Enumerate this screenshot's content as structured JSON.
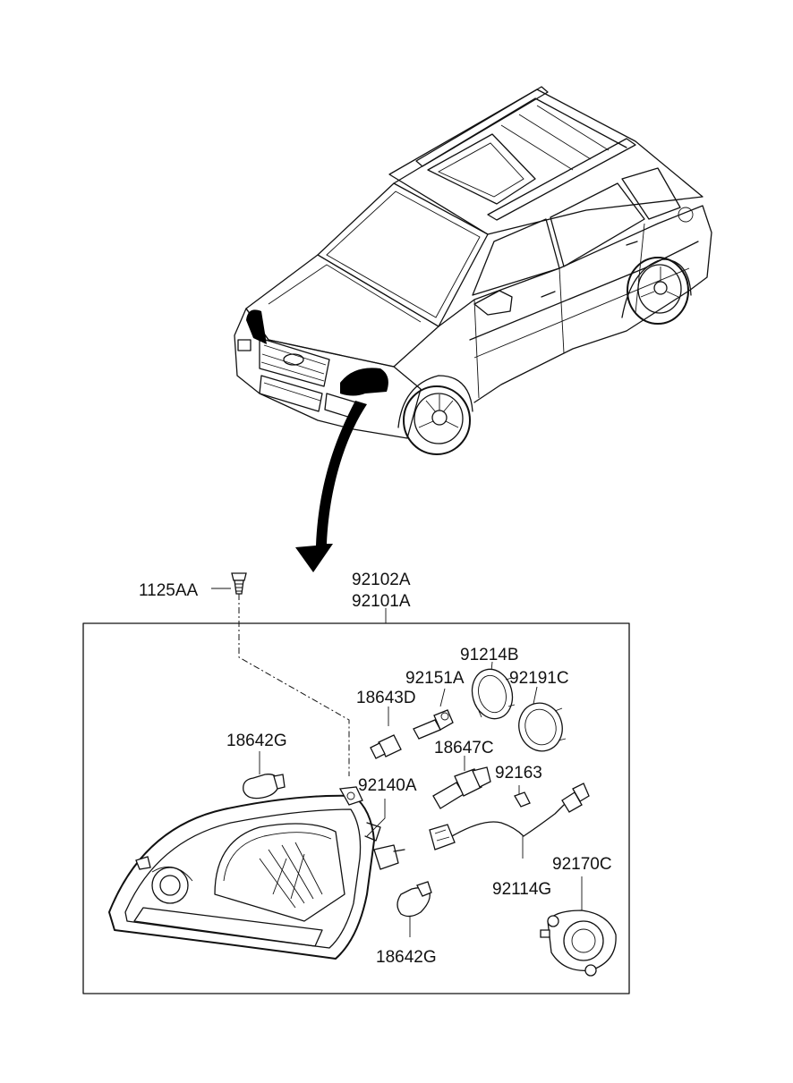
{
  "labels": {
    "p1125AA": "1125AA",
    "p92102A": "92102A",
    "p92101A": "92101A",
    "p91214B": "91214B",
    "p92151A": "92151A",
    "p92191C": "92191C",
    "p18643D": "18643D",
    "p18642G_top": "18642G",
    "p18647C": "18647C",
    "p92163": "92163",
    "p92140A": "92140A",
    "p92170C": "92170C",
    "p92114G": "92114G",
    "p18642G_bottom": "18642G"
  },
  "colors": {
    "line": "#111111",
    "background": "#ffffff"
  }
}
